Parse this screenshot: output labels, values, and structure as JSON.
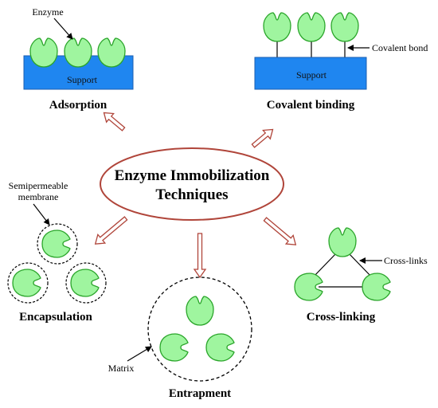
{
  "center": {
    "line1": "Enzyme Immobilization",
    "line2": "Techniques"
  },
  "adsorption": {
    "title": "Adsorption",
    "enzyme_label": "Enzyme",
    "support_label": "Support"
  },
  "covalent": {
    "title": "Covalent binding",
    "bond_label": "Covalent bond",
    "support_label": "Support"
  },
  "encapsulation": {
    "title": "Encapsulation",
    "membrane_line1": "Semipermeable",
    "membrane_line2": "membrane"
  },
  "entrapment": {
    "title": "Entrapment",
    "matrix_label": "Matrix"
  },
  "crosslinking": {
    "title": "Cross-linking",
    "links_label": "Cross-links"
  },
  "colors": {
    "enzyme_fill": "#9ff59f",
    "enzyme_stroke": "#2aa52a",
    "support": "#1f86f0",
    "arrow": "#b0453a"
  }
}
